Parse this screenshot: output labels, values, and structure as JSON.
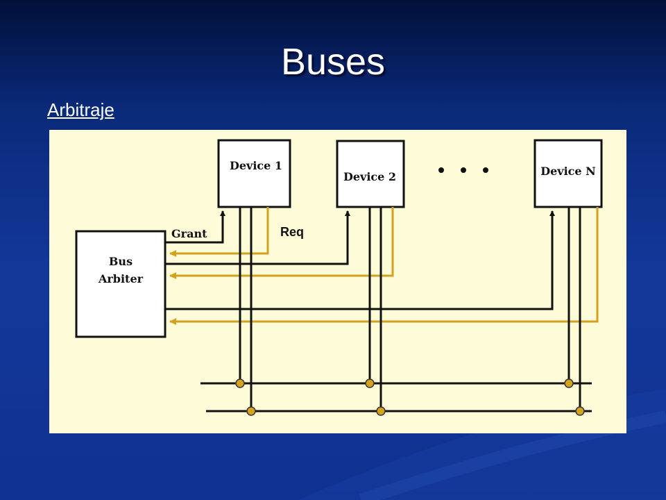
{
  "slide": {
    "title": "Buses",
    "subtitle": "Arbitraje"
  },
  "diagram": {
    "arbiter": {
      "line1": "Bus",
      "line2": "Arbiter"
    },
    "devices": [
      "Device 1",
      "Device 2",
      "Device N"
    ],
    "grant_label": "Grant",
    "req_label": "Req",
    "colors": {
      "panel": "#fdfbd8",
      "request_line": "#d4a21e",
      "grant_line": "#111111"
    }
  }
}
